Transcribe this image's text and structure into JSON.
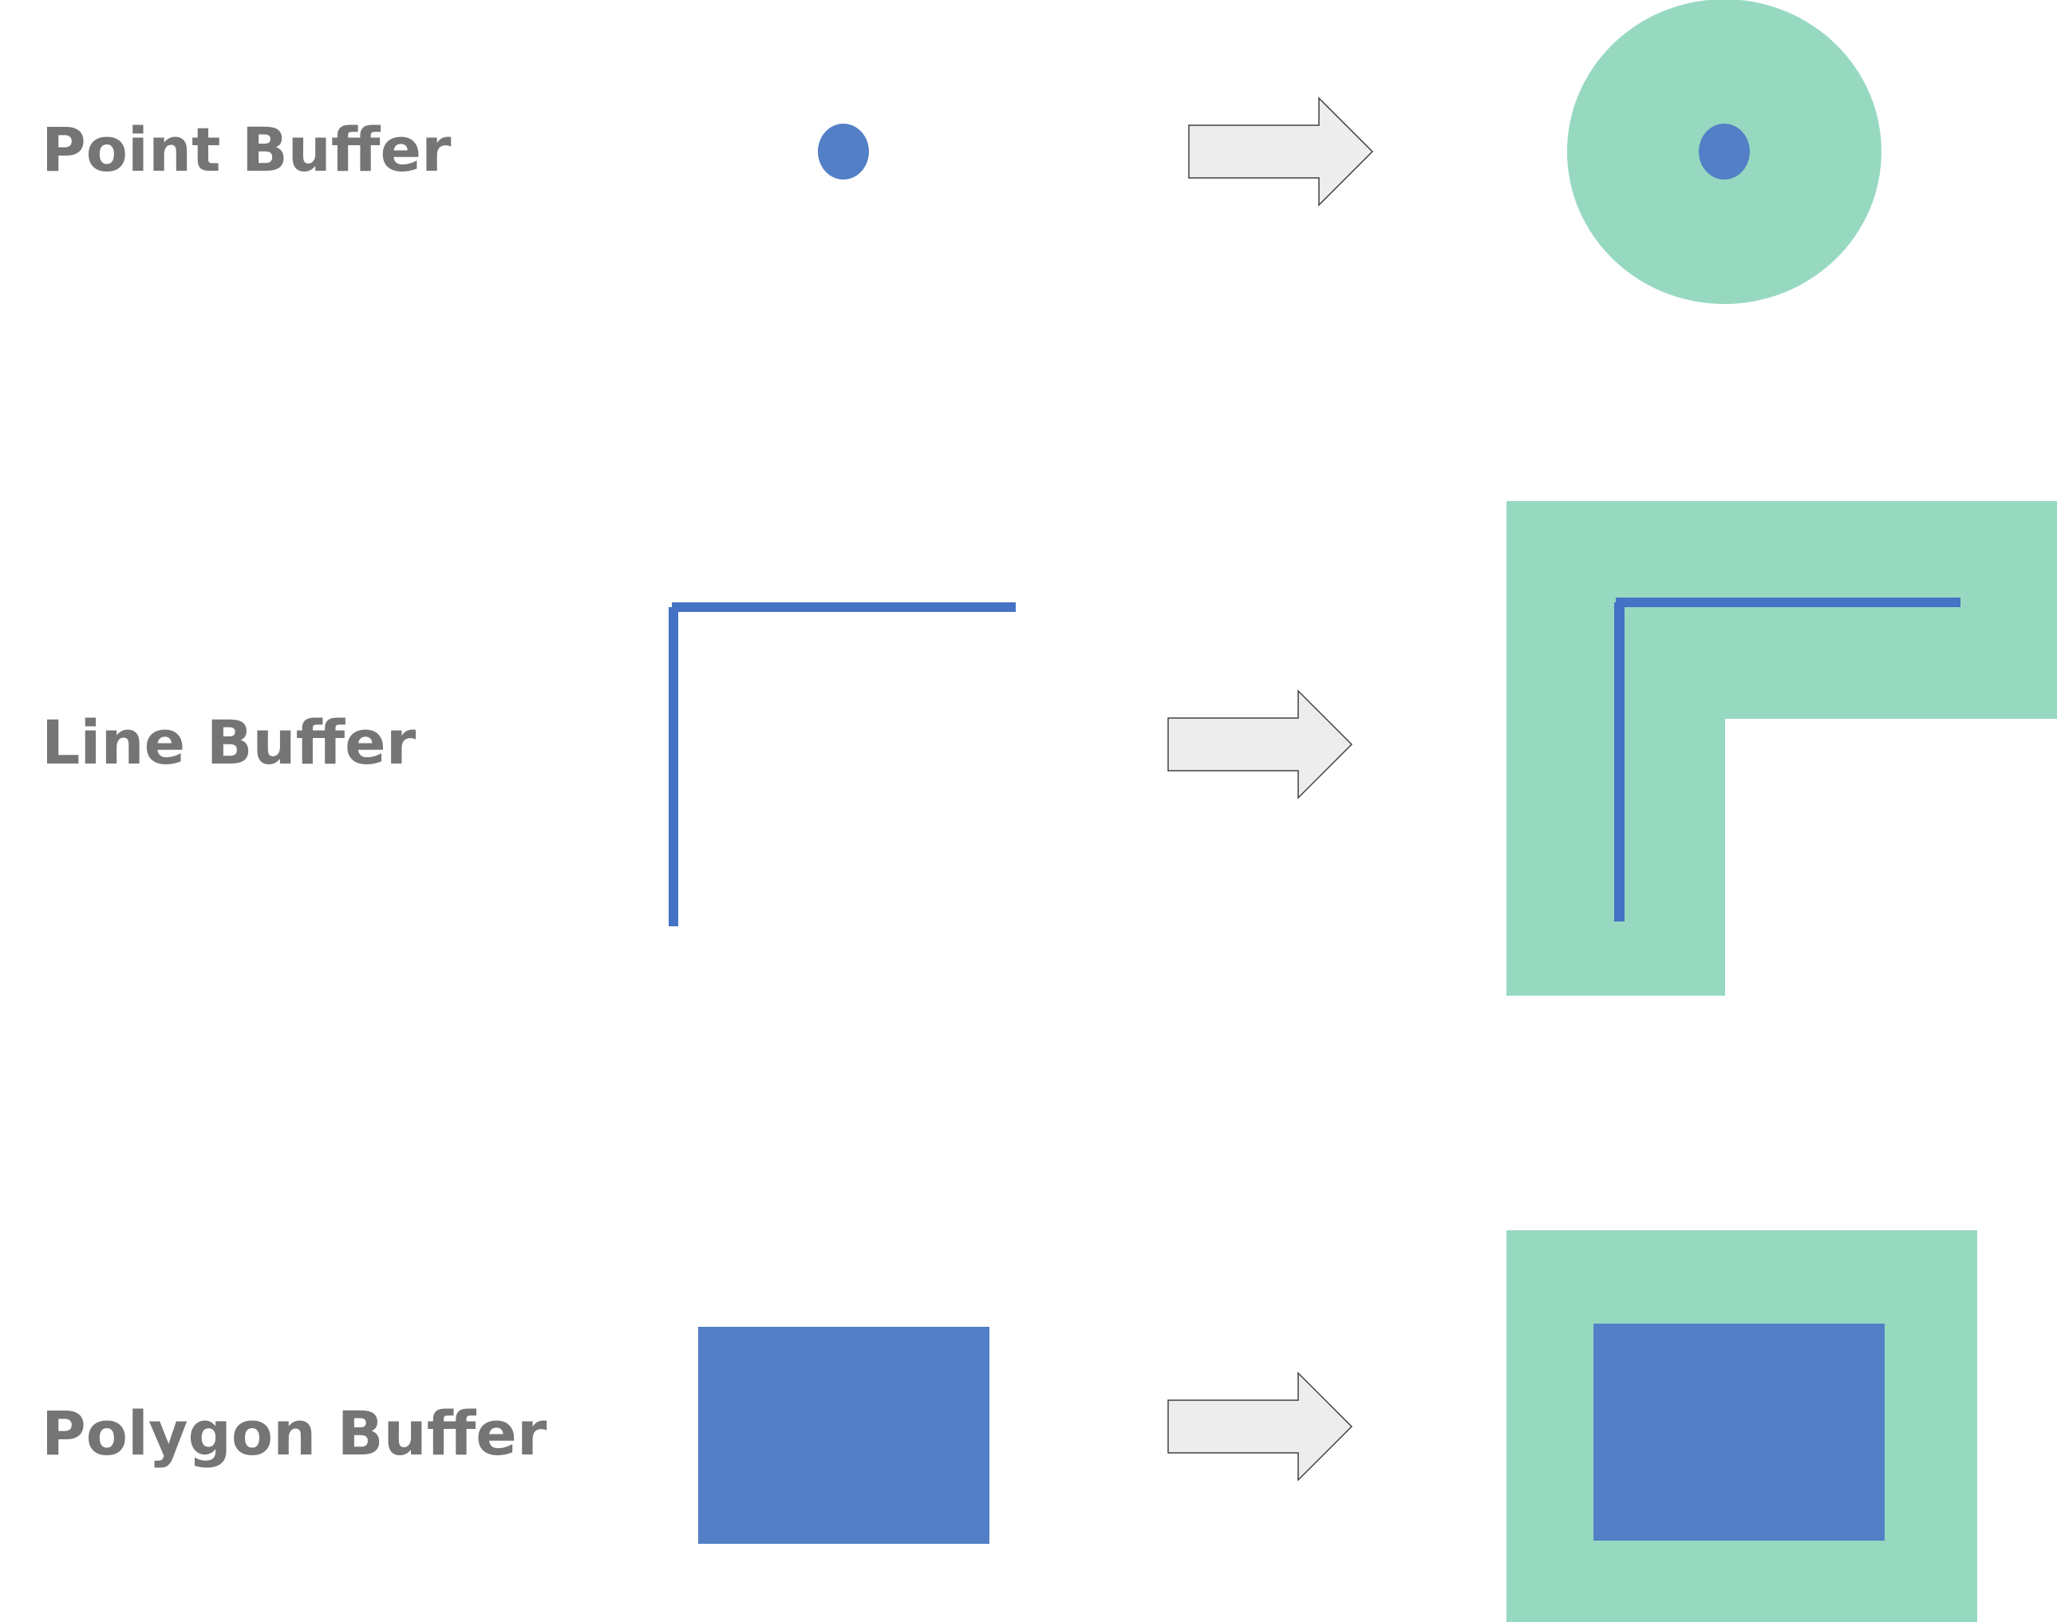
{
  "rows": [
    {
      "label": "Point Buffer"
    },
    {
      "label": "Line Buffer"
    },
    {
      "label": "Polygon Buffer"
    }
  ],
  "colors": {
    "feature": "#527FC6",
    "line_feature": "#4472C4",
    "buffer": "#97D9C0",
    "arrow_fill": "#EDEDED",
    "arrow_stroke": "#404040",
    "label_text": "#757575"
  }
}
